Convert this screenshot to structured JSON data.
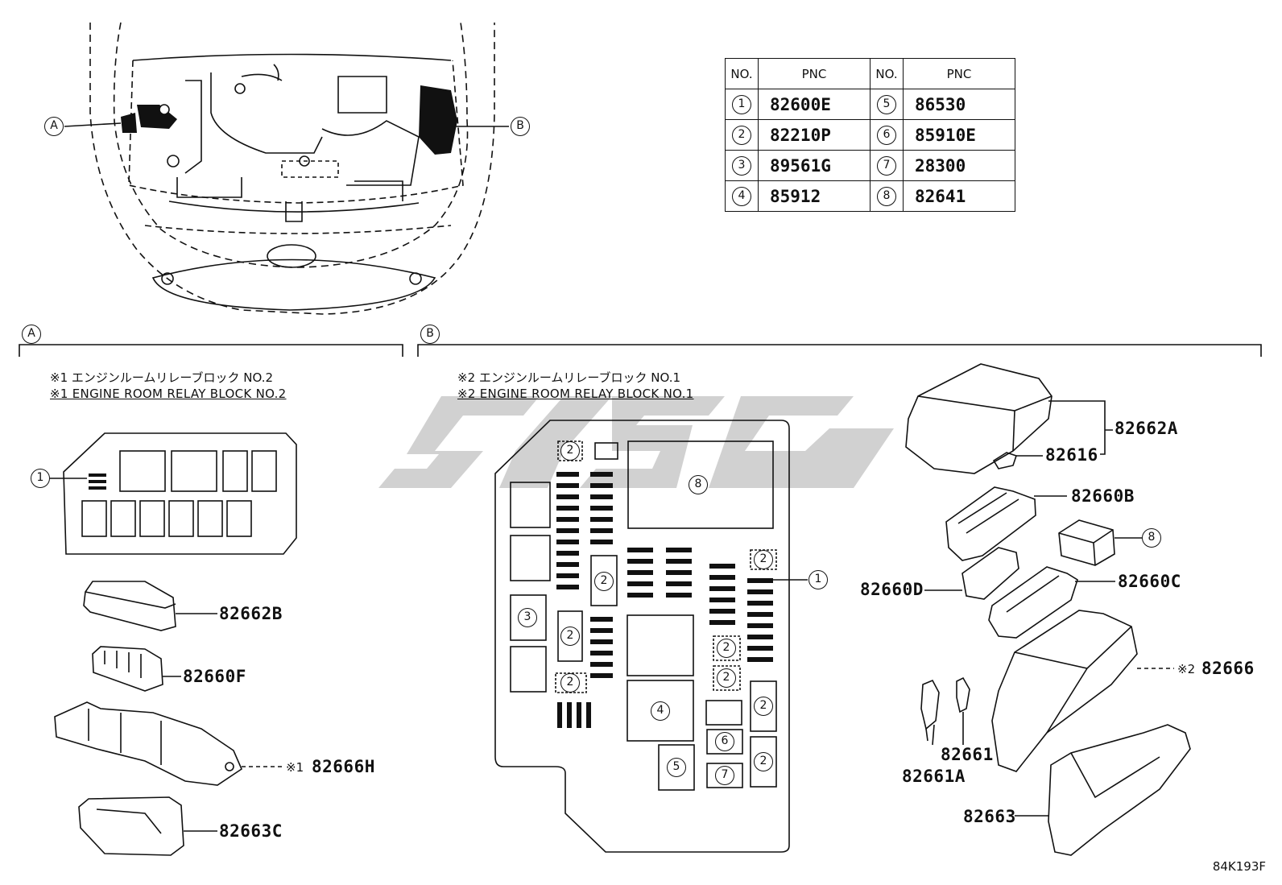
{
  "table": {
    "headers": [
      "NO.",
      "PNC",
      "NO.",
      "PNC"
    ],
    "rows": [
      {
        "no_left": "1",
        "pnc_left": "82600E",
        "no_right": "5",
        "pnc_right": "86530"
      },
      {
        "no_left": "2",
        "pnc_left": "82210P",
        "no_right": "6",
        "pnc_right": "85910E"
      },
      {
        "no_left": "3",
        "pnc_left": "89561G",
        "no_right": "7",
        "pnc_right": "28300"
      },
      {
        "no_left": "4",
        "pnc_left": "85912",
        "no_right": "8",
        "pnc_right": "82641"
      }
    ]
  },
  "overview": {
    "marker_a": "A",
    "marker_b": "B"
  },
  "section_a": {
    "letter": "A",
    "title_jp": "※1 エンジンルームリレーブロック NO.2",
    "title_en": "※1 ENGINE ROOM RELAY BLOCK NO.2",
    "callout_1": "1",
    "parts": [
      "82662B",
      "82660F",
      "82666H",
      "82663C"
    ],
    "note_mark": "※1"
  },
  "section_b": {
    "letter": "B",
    "title_jp": "※2 エンジンルームリレーブロック NO.1",
    "title_en": "※2 ENGINE ROOM RELAY BLOCK NO.1",
    "layout_labels": [
      "2",
      "8",
      "2",
      "2",
      "3",
      "2",
      "2",
      "4",
      "2",
      "2",
      "2",
      "6",
      "5",
      "7",
      "2"
    ],
    "callout_1": "1",
    "callout_8": "8",
    "parts": [
      "82662A",
      "82616",
      "82660B",
      "82660D",
      "82660C",
      "82666",
      "82661",
      "82661A",
      "82663"
    ],
    "note_mark": "※2"
  },
  "figure_code": "84K193F"
}
